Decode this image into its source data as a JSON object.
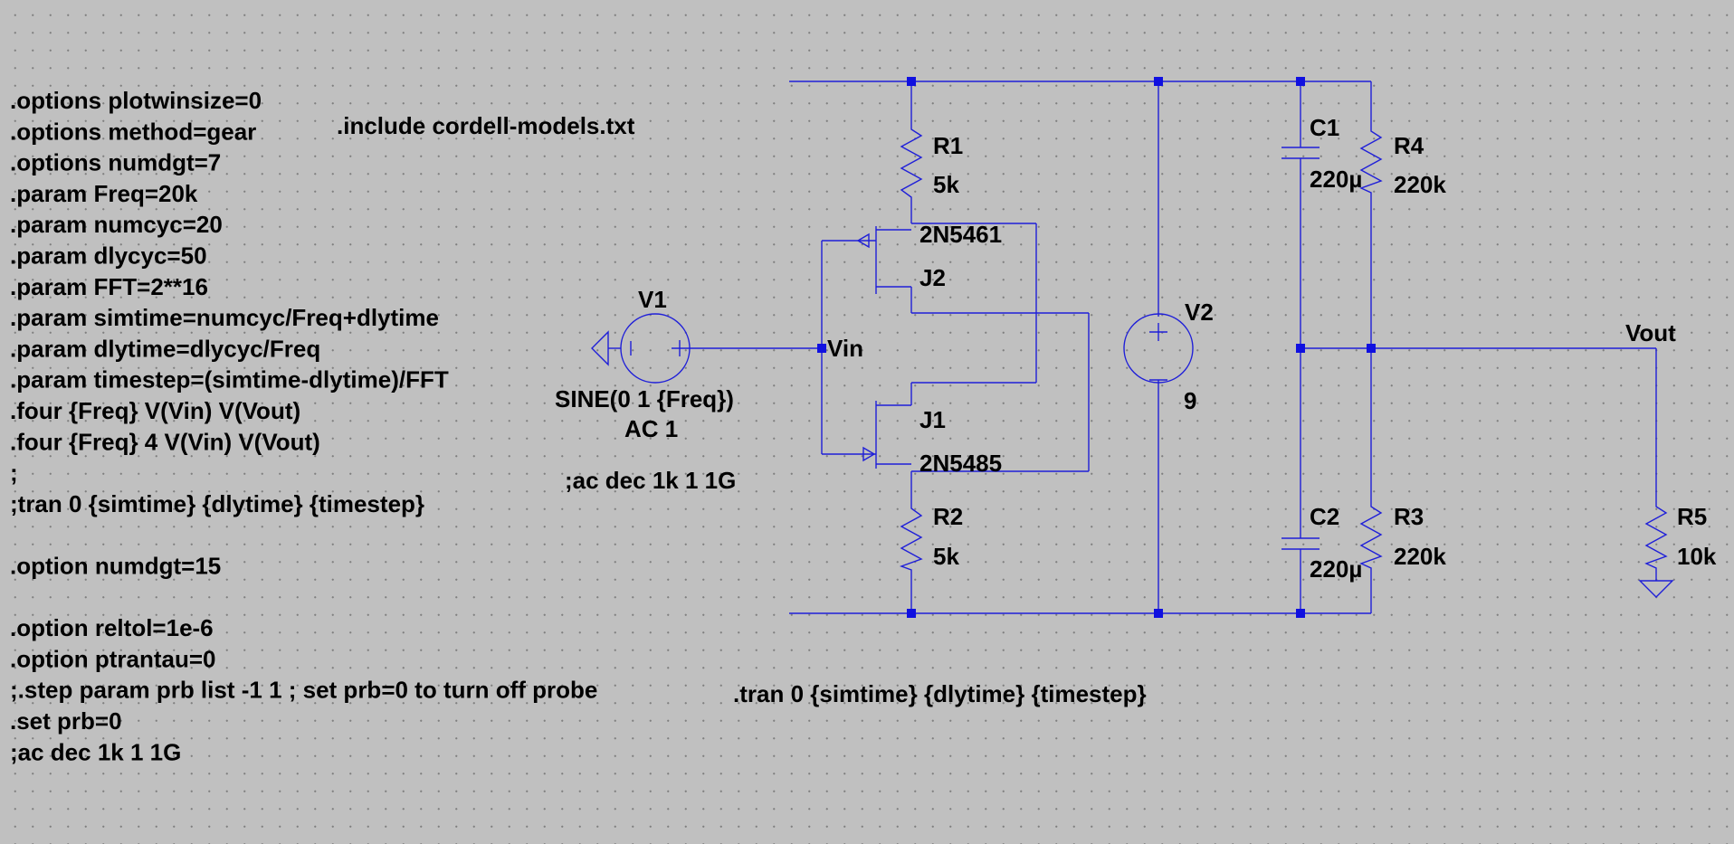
{
  "directives_left": [
    ".options plotwinsize=0",
    ".options method=gear",
    ".options numdgt=7",
    ".param Freq=20k",
    ".param numcyc=20",
    ".param dlycyc=50",
    ".param FFT=2**16",
    ".param simtime=numcyc/Freq+dlytime",
    ".param dlytime=dlycyc/Freq",
    ".param timestep=(simtime-dlytime)/FFT",
    ".four {Freq} V(Vin) V(Vout)",
    ".four {Freq} 4 V(Vin) V(Vout)",
    ";",
    ";tran 0 {simtime} {dlytime} {timestep}",
    "",
    ".option numdgt=15",
    "",
    ".option reltol=1e-6",
    ".option ptrantau=0",
    ";.step param prb list -1 1 ; set prb=0 to turn off probe",
    ".set prb=0",
    ";ac dec 1k 1 1G"
  ],
  "include_directive": ".include cordell-models.txt",
  "ac_comment": ";ac dec 1k 1 1G",
  "tran_directive": ".tran 0 {simtime} {dlytime} {timestep}",
  "components": {
    "v1": {
      "name": "V1",
      "value": "SINE(0 1 {Freq})",
      "ac": "AC 1"
    },
    "v2": {
      "name": "V2",
      "value": "9"
    },
    "r1": {
      "name": "R1",
      "value": "5k"
    },
    "r2": {
      "name": "R2",
      "value": "5k"
    },
    "r3": {
      "name": "R3",
      "value": "220k"
    },
    "r4": {
      "name": "R4",
      "value": "220k"
    },
    "r5": {
      "name": "R5",
      "value": "10k"
    },
    "c1": {
      "name": "C1",
      "value": "220µ"
    },
    "c2": {
      "name": "C2",
      "value": "220µ"
    },
    "j1": {
      "name": "J1",
      "model": "2N5485"
    },
    "j2": {
      "name": "J2",
      "model": "2N5461"
    }
  },
  "nets": {
    "vin": "Vin",
    "vout": "Vout"
  },
  "colors": {
    "background": "#c0c0c0",
    "wire": "#1f1fd8",
    "junction": "#1010e0",
    "text": "#000000"
  }
}
